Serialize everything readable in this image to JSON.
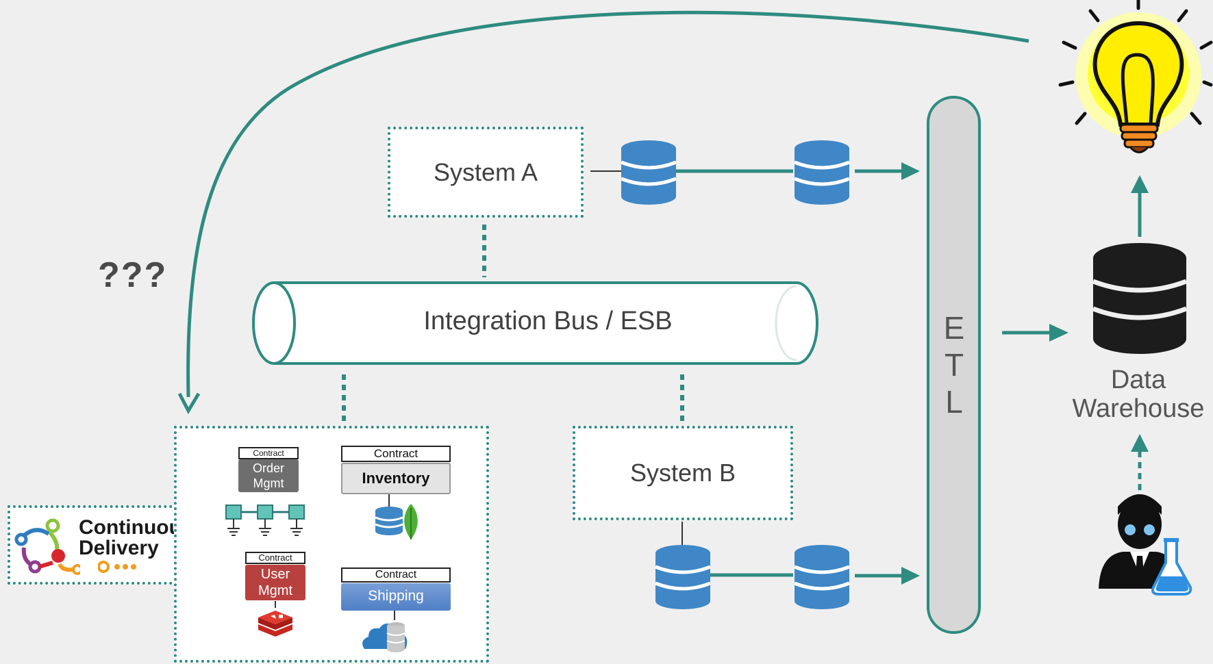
{
  "question_marks": "???",
  "system_a": {
    "label": "System A"
  },
  "system_b": {
    "label": "System B"
  },
  "bus": {
    "label": "Integration Bus / ESB"
  },
  "etl": {
    "letters": [
      "E",
      "T",
      "L"
    ]
  },
  "data_warehouse": {
    "line1": "Data",
    "line2": "Warehouse"
  },
  "continuous_delivery": {
    "line1": "Continuous",
    "line2": "Delivery"
  },
  "services": [
    {
      "contract": "Contract",
      "name_line1": "Order",
      "name_line2": "Mgmt"
    },
    {
      "contract": "Contract",
      "name_line1": "Inventory",
      "name_line2": ""
    },
    {
      "contract": "Contract",
      "name_line1": "User",
      "name_line2": "Mgmt"
    },
    {
      "contract": "Contract",
      "name_line1": "Shipping",
      "name_line2": ""
    }
  ],
  "colors": {
    "accent": "#2e8b80",
    "db_blue": "#3f87c6",
    "background": "#efefef"
  },
  "icons": [
    "lightbulb-icon",
    "database-icon",
    "data-scientist-icon",
    "mongodb-leaf-icon",
    "redis-icon",
    "cloud-storage-icon",
    "continuous-delivery-logo"
  ]
}
